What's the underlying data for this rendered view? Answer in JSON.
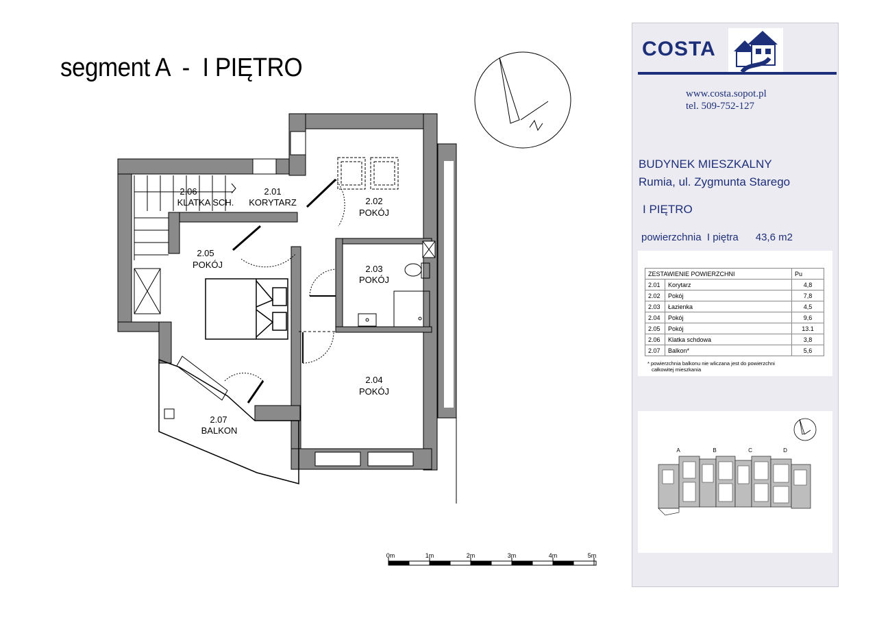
{
  "title": "segment A  -  I PIĘTRO",
  "rooms_labels": [
    {
      "num": "2.06",
      "name": "KLATKA SCH."
    },
    {
      "num": "2.01",
      "name": "KORYTARZ"
    },
    {
      "num": "2.02",
      "name": "POKÓJ"
    },
    {
      "num": "2.05",
      "name": "POKÓJ"
    },
    {
      "num": "2.03",
      "name": "POKÓJ"
    },
    {
      "num": "2.04",
      "name": "POKÓJ"
    },
    {
      "num": "2.07",
      "name": "BALKON"
    }
  ],
  "logo": {
    "text": "COSTA"
  },
  "contact": {
    "www": "www.costa.sopot.pl",
    "tel": "tel. 509-752-127"
  },
  "building": {
    "line1": "BUDYNEK MIESZKALNY",
    "line2": "Rumia, ul. Zygmunta Starego"
  },
  "floor_label": "I PIĘTRO",
  "area_text": "powierzchnia  I piętra      43,6 m2",
  "table": {
    "title": "ZESTAWIENIE POWIERZCHNI",
    "col_pu": "Pu",
    "rows": [
      {
        "no": "2.01",
        "name": "Korytarz",
        "pu": "4,8"
      },
      {
        "no": "2.02",
        "name": "Pokój",
        "pu": "7,8"
      },
      {
        "no": "2.03",
        "name": "Łazienka",
        "pu": "4,5"
      },
      {
        "no": "2.04",
        "name": "Pokój",
        "pu": "9,6"
      },
      {
        "no": "2.05",
        "name": "Pokój",
        "pu": "13.1"
      },
      {
        "no": "2.06",
        "name": "Klatka schdowa",
        "pu": "3,8"
      },
      {
        "no": "2.07",
        "name": "Balkon*",
        "pu": "5,6"
      }
    ],
    "note1": "* powierzchnia balkonu nie wliczana jest do powierzchni",
    "note2": "całkowitej mieszkania"
  },
  "site_segments": [
    "A",
    "B",
    "C",
    "D"
  ],
  "scale_marks": [
    "0m",
    "1m",
    "2m",
    "3m",
    "4m",
    "5m"
  ],
  "colors": {
    "wall": "#8a8a8a",
    "brand": "#1e2f7a",
    "panel": "#ebebf1"
  }
}
